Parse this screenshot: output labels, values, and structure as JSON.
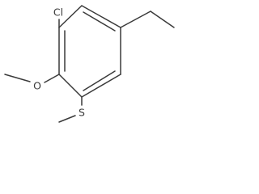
{
  "molecule": {
    "atoms": {
      "chlorine": "Cl",
      "oxygen": "O",
      "sulfur": "S"
    }
  }
}
